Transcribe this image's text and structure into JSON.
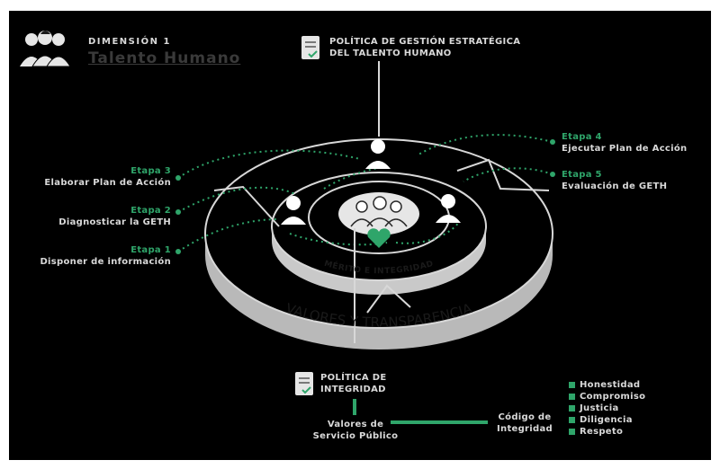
{
  "dimension": {
    "label": "DIMENSIÓN 1",
    "title": "Talento Humano"
  },
  "policy_top": {
    "line1": "POLÍTICA DE GESTIÓN ESTRATÉGICA",
    "line2": "DEL TALENTO HUMANO"
  },
  "stages_left": [
    {
      "stage": "Etapa 3",
      "desc": "Elaborar Plan de Acción"
    },
    {
      "stage": "Etapa 2",
      "desc": "Diagnosticar la GETH"
    },
    {
      "stage": "Etapa 1",
      "desc": "Disponer de información"
    }
  ],
  "stages_right": [
    {
      "stage": "Etapa 4",
      "desc": "Ejecutar Plan de Acción"
    },
    {
      "stage": "Etapa 5",
      "desc": "Evaluación de GETH"
    }
  ],
  "rings": {
    "inner": "MÉRITO  E  INTEGRIDAD",
    "outer": "VALORES     Y     TRANSPARENCIA"
  },
  "policy_bottom": {
    "line1": "POLÍTICA DE",
    "line2": "INTEGRIDAD"
  },
  "service_values": {
    "line1": "Valores de",
    "line2": "Servicio Público"
  },
  "code": {
    "line1": "Código de",
    "line2": "Integridad"
  },
  "values_list": [
    "Honestidad",
    "Compromiso",
    "Justicia",
    "Diligencia",
    "Respeto"
  ],
  "colors": {
    "accent": "#2fa56a",
    "background": "#000000",
    "ring": "#c8c8c8"
  },
  "icons": [
    "people-group-icon",
    "document-check-icon",
    "person-icon",
    "heart-icon"
  ]
}
